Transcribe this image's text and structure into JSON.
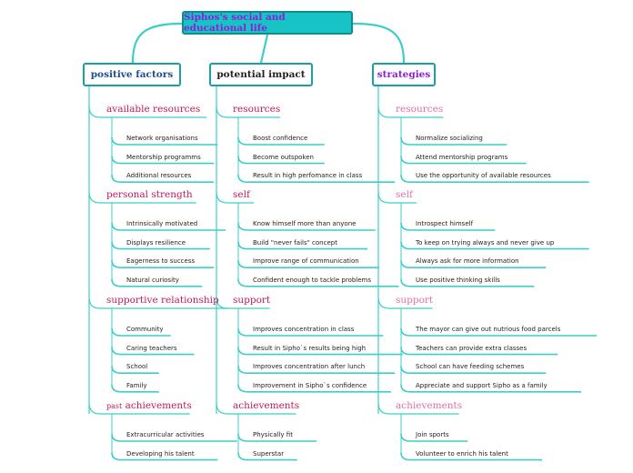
{
  "root": "Siphos's social and educational life",
  "colors": {
    "root_fill": "#17c3c4",
    "root_border": "#0f8e90",
    "root_text": "#8f1fd6",
    "connector": "#3ccfca",
    "head_positive": "#1f4f8f",
    "head_impact": "#222222",
    "head_strategies": "#8f1fd6",
    "sec_positive": "#c2185b",
    "sec_impact": "#c2185b",
    "sec_strategies": "#e06fa8"
  },
  "columns": [
    {
      "title": "positive factors",
      "sections": [
        {
          "prefix": "",
          "label": "available resources",
          "items": [
            "Network organisations",
            "Mentorship programms",
            "Additional resources"
          ]
        },
        {
          "prefix": "",
          "label": "personal strength",
          "items": [
            "Intrinsically motivated",
            "Displays resilience",
            "Eagerness to success",
            "Natural curiosity"
          ]
        },
        {
          "prefix": "",
          "label": "supportive relationship",
          "items": [
            "Community",
            "Caring teachers",
            "School",
            "Family"
          ]
        },
        {
          "prefix": "past",
          "label": "achievements",
          "items": [
            "Extracurricular activities",
            "Developing his talent"
          ]
        }
      ]
    },
    {
      "title": "potential impact",
      "sections": [
        {
          "prefix": "",
          "label": "resources",
          "items": [
            "Boost confidence",
            "Become outspoken",
            "Result in high perfomance in class"
          ]
        },
        {
          "prefix": "",
          "label": "self",
          "items": [
            "Know himself more than anyone",
            "Build \"never fails\" concept",
            "Improve range of communication",
            "Confident enough to tackle problems"
          ]
        },
        {
          "prefix": "",
          "label": "support",
          "items": [
            "Improves concentration in class",
            "Result in Sipho`s results being high",
            "Improves concentration after lunch",
            "Improvement in Sipho`s confidence"
          ]
        },
        {
          "prefix": "",
          "label": "achievements",
          "items": [
            "Physically fit",
            "Superstar"
          ]
        }
      ]
    },
    {
      "title": "strategies",
      "sections": [
        {
          "prefix": "",
          "label": "resources",
          "items": [
            "Normalize socializing",
            "Attend mentorship programs",
            "Use the opportunity of available resources"
          ]
        },
        {
          "prefix": "",
          "label": "self",
          "items": [
            "Introspect himself",
            "To keep on trying always and never give up",
            "Always ask for more information",
            "Use positive thinking skills"
          ]
        },
        {
          "prefix": "",
          "label": "support",
          "items": [
            "The mayor can give out nutrious food parcels",
            "Teachers can provide extra classes",
            "School can have feeding schemes",
            "Appreciate and support Sipho as a family"
          ]
        },
        {
          "prefix": "",
          "label": "achievements",
          "items": [
            "Join sports",
            "Volunteer to enrich his talent"
          ]
        }
      ]
    }
  ]
}
